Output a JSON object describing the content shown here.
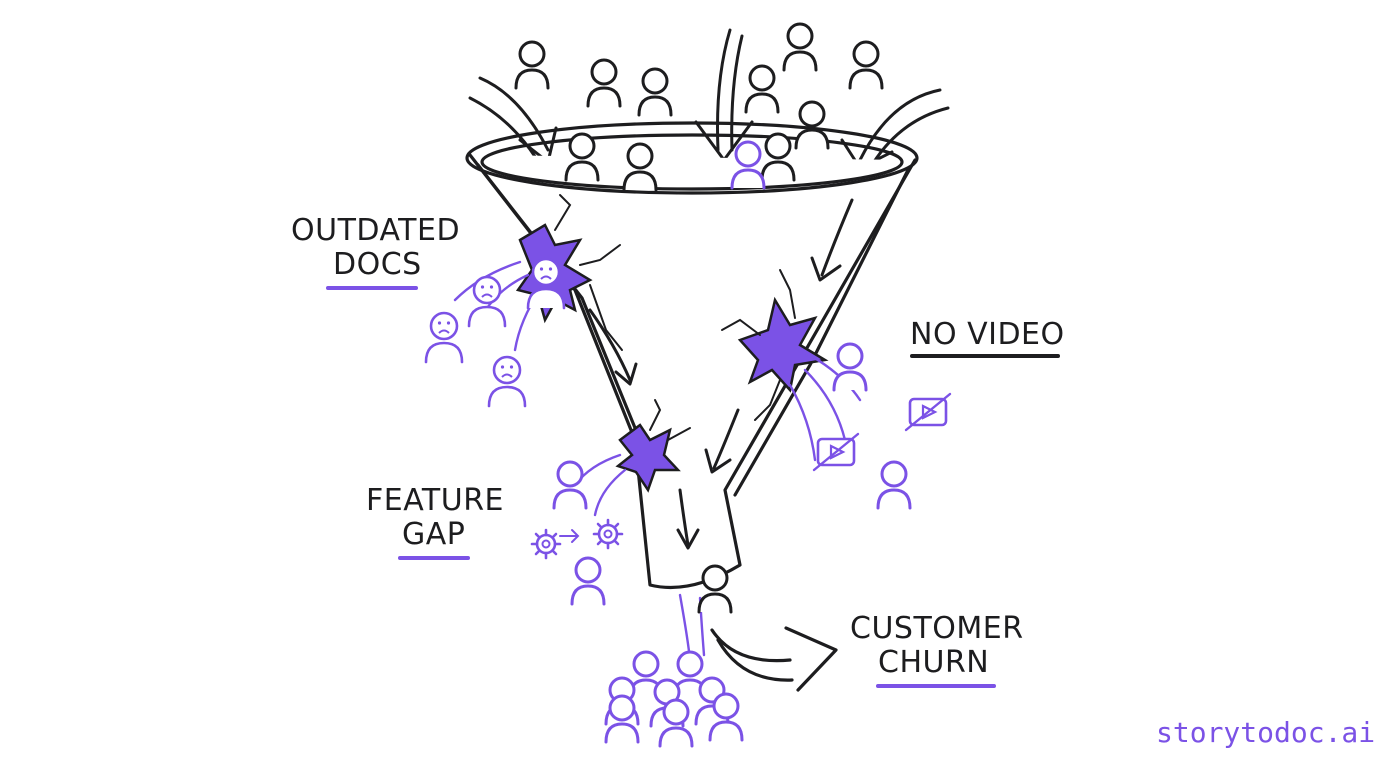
{
  "labels": {
    "outdated_docs_line1": "OUTDATED",
    "outdated_docs_line2": "DOCS",
    "no_video": "NO VIDEO",
    "feature_gap_line1": "FEATURE",
    "feature_gap_line2": "GAP",
    "customer_churn_line1": "CUSTOMER",
    "customer_churn_line2": "CHURN"
  },
  "brand": "storytodoc.ai",
  "colors": {
    "ink": "#1d1d1f",
    "accent": "#7b52e6",
    "background": "#ffffff"
  }
}
